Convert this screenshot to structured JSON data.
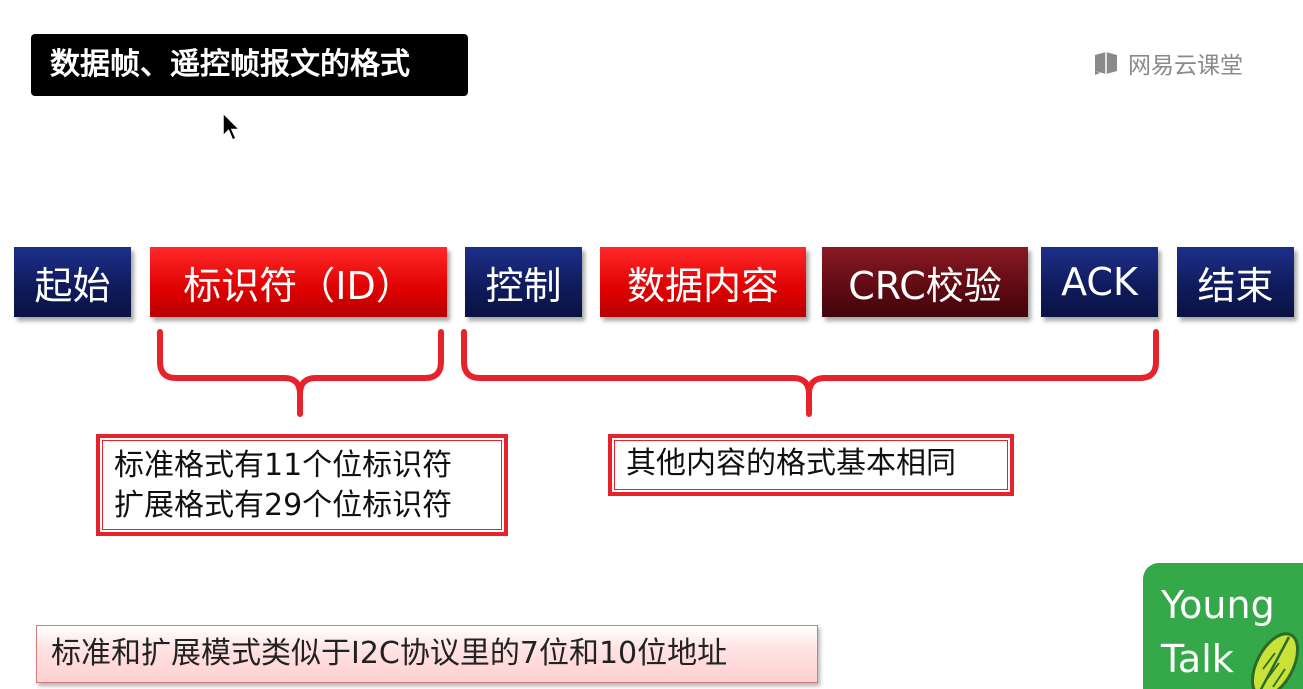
{
  "slide": {
    "title": "数据帧、遥控帧报文的格式",
    "brand": "网易云课堂"
  },
  "frame": {
    "fields": [
      {
        "label": "起始",
        "style": "blue"
      },
      {
        "label": "标识符（ID）",
        "style": "red"
      },
      {
        "label": "控制",
        "style": "blue"
      },
      {
        "label": "数据内容",
        "style": "red"
      },
      {
        "label": "CRC校验",
        "style": "dark"
      },
      {
        "label": "ACK",
        "style": "blue"
      },
      {
        "label": "结束",
        "style": "blue"
      }
    ]
  },
  "notes": {
    "id_line1": "标准格式有11个位标识符",
    "id_line2": "扩展格式有29个位标识符",
    "rest": "其他内容的格式基本相同"
  },
  "bottom_note": "标准和扩展模式类似于I2C协议里的7位和10位地址",
  "watermark": {
    "line1": "Young",
    "line2": "Talk"
  },
  "colors": {
    "field_blue": "#0f1a5a",
    "field_red": "#e00000",
    "field_dark": "#5e0a12",
    "brace": "#e8222a",
    "watermark_green": "#35a84a"
  }
}
